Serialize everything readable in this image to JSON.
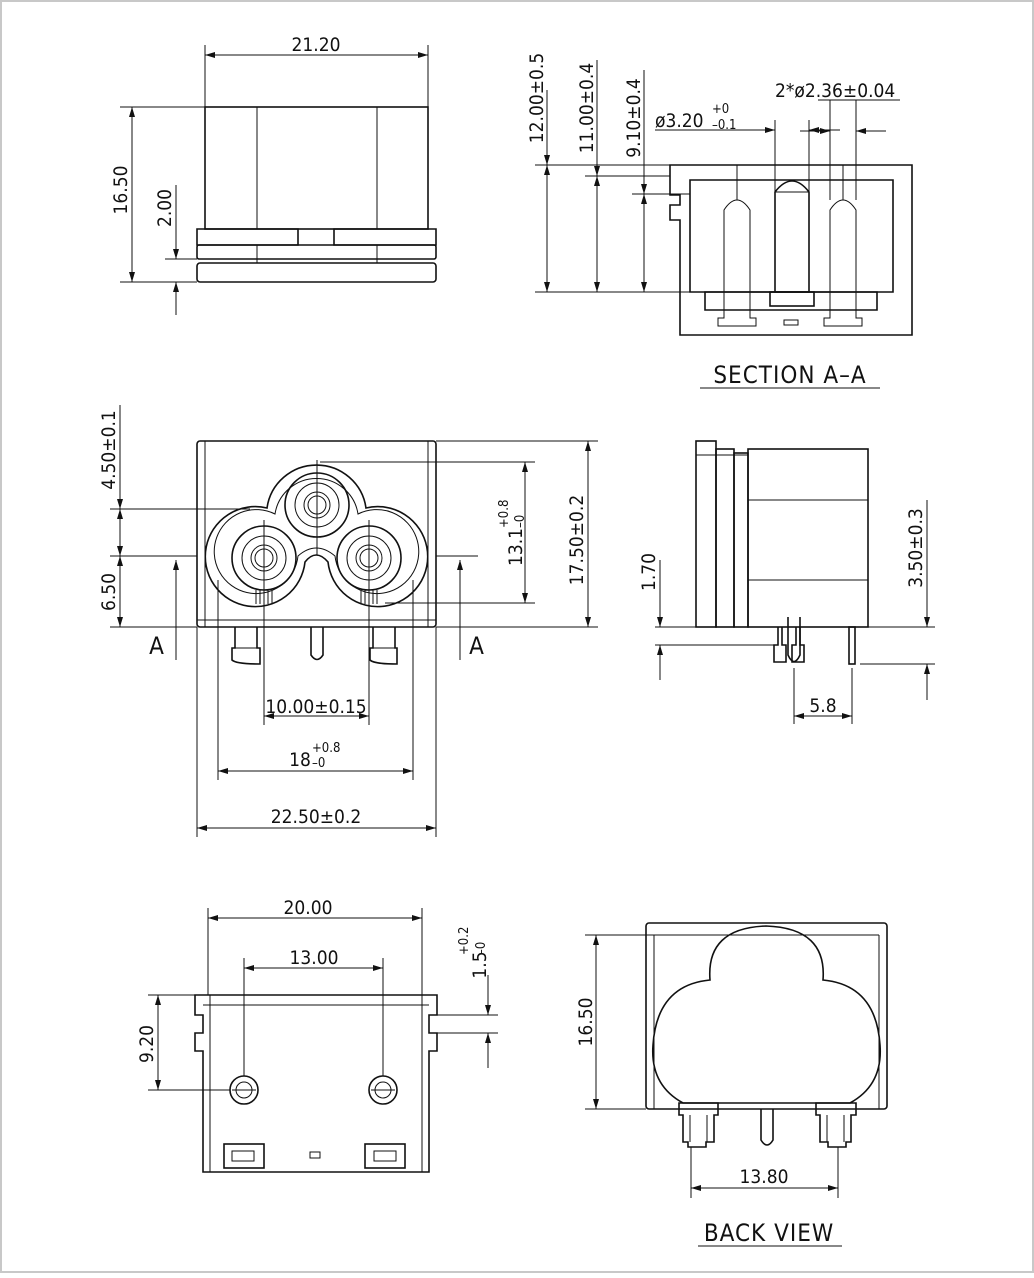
{
  "colors": {
    "ink": "#111111",
    "paper": "#ffffff",
    "frame": "#c8c8c8"
  },
  "top_view": {
    "width": "21.20",
    "height": "16.50",
    "flange": "2.00"
  },
  "section_view": {
    "caption": "SECTION A–A",
    "d1": "12.00±0.5",
    "d2": "11.00±0.4",
    "d3": "9.10±0.4",
    "pin_dia_prefix": "2*",
    "pin_dia": "ø2.36±0.04",
    "bore_dia": "ø3.20",
    "bore_tol_upper": "+0",
    "bore_tol_lower": "–0.1"
  },
  "front_view": {
    "top_offset": "4.50±0.1",
    "bottom_offset": "6.50",
    "height_outer": "17.50±0.2",
    "height_inner": "13.1",
    "height_inner_tol_upper": "+0.8",
    "height_inner_tol_lower": "–0",
    "pin_spacing": "10.00±0.15",
    "inner_width": "18",
    "inner_width_tol_upper": "+0.8",
    "inner_width_tol_lower": "–0",
    "outer_width": "22.50±0.2",
    "section_mark_left": "A",
    "section_mark_right": "A"
  },
  "side_view": {
    "flange": "1.70",
    "pin_length": "3.50±0.3",
    "pin_offset": "5.8"
  },
  "bottom_view": {
    "width": "20.00",
    "hole_spacing": "13.00",
    "hole_height": "9.20",
    "slot": "1.5",
    "slot_tol_upper": "+0.2",
    "slot_tol_lower": "–0"
  },
  "back_view": {
    "caption": "BACK VIEW",
    "height": "16.50",
    "pin_spacing": "13.80"
  }
}
